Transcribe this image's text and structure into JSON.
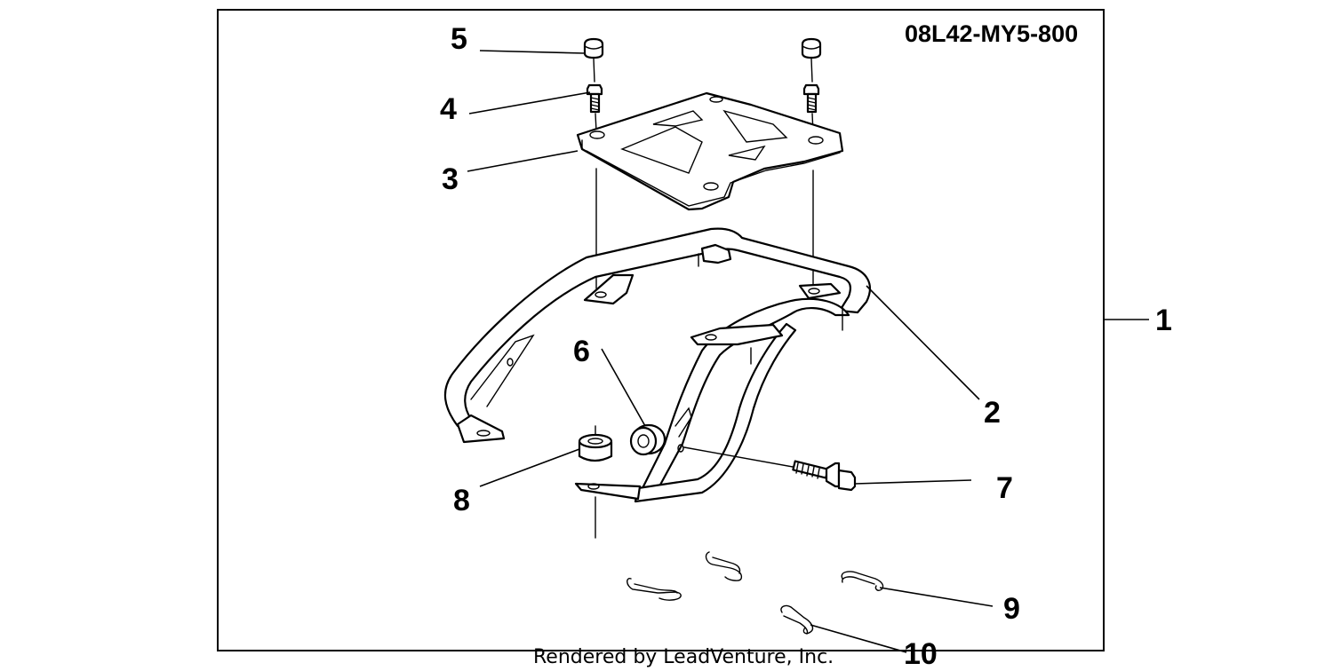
{
  "diagram": {
    "part_number": "08L42-MY5-800",
    "credit": "Rendered by LeadVenture, Inc.",
    "callouts": [
      "1",
      "2",
      "3",
      "4",
      "5",
      "6",
      "7",
      "8",
      "9",
      "10"
    ]
  }
}
